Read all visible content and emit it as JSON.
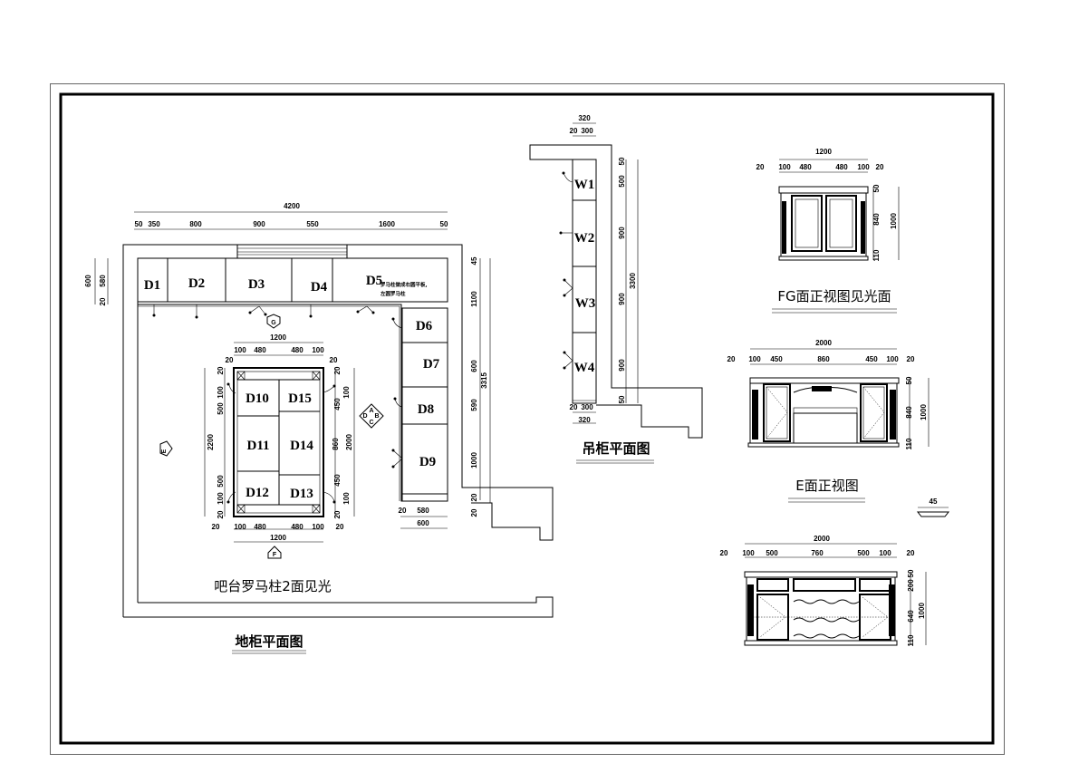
{
  "floor_plan": {
    "title": "地柜平面图",
    "island_title": "吧台罗马柱2面见光",
    "note": [
      "罗马柱做成右圆平板,",
      "左圆罗马柱"
    ],
    "cabinets": [
      "D1",
      "D2",
      "D3",
      "D4",
      "D5",
      "D6",
      "D7",
      "D8",
      "D9",
      "D10",
      "D11",
      "D12",
      "D13",
      "D14",
      "D15"
    ],
    "markers": {
      "G": "G",
      "F": "F",
      "E": "E",
      "abcd": [
        "A",
        "B",
        "C",
        "D"
      ]
    },
    "dims": {
      "top_total": "4200",
      "top_row": [
        "50",
        "350",
        "800",
        "900",
        "550",
        "1600",
        "50"
      ],
      "left": [
        "600",
        "580",
        "20"
      ],
      "right": [
        "45",
        "1100",
        "600",
        "590",
        "1000",
        "20",
        "20"
      ],
      "right_total": "3315",
      "bottom": [
        "20",
        "580",
        "600"
      ],
      "island_top_total": "1200",
      "island_top": [
        "100",
        "480",
        "480",
        "100"
      ],
      "island_top_side": [
        "20",
        "20"
      ],
      "island_left_total": "2200",
      "island_left": [
        "20",
        "100",
        "500",
        "500",
        "100",
        "20"
      ],
      "island_right_total": "2000",
      "island_right": [
        "20",
        "100",
        "450",
        "860",
        "450",
        "100",
        "20"
      ],
      "island_bottom": [
        "20",
        "100",
        "480",
        "480",
        "100",
        "20"
      ],
      "island_bottom_total": "1200"
    }
  },
  "wall_plan": {
    "title": "吊柜平面图",
    "cabinets": [
      "W1",
      "W2",
      "W3",
      "W4"
    ],
    "top": [
      "320",
      "20",
      "300"
    ],
    "bottom": [
      "20",
      "300",
      "320"
    ],
    "right": [
      "50",
      "500",
      "900",
      "900",
      "900",
      "50"
    ],
    "right_total": "3300"
  },
  "fg_view": {
    "title": "FG面正视图见光面",
    "width": "1200",
    "segments": [
      "20",
      "100",
      "480",
      "480",
      "100",
      "20"
    ],
    "heights": [
      "50",
      "840",
      "110"
    ],
    "height_total": "1000"
  },
  "e_view": {
    "title": "E面正视图",
    "width": "2000",
    "segments": [
      "20",
      "100",
      "450",
      "860",
      "450",
      "100",
      "20"
    ],
    "heights": [
      "50",
      "840",
      "110"
    ],
    "height_total": "1000"
  },
  "detail": {
    "width": "45"
  },
  "third_view": {
    "width": "2000",
    "segments": [
      "20",
      "100",
      "500",
      "760",
      "500",
      "100",
      "20"
    ],
    "heights": [
      "50",
      "200",
      "640",
      "110"
    ],
    "height_total": "1000"
  }
}
